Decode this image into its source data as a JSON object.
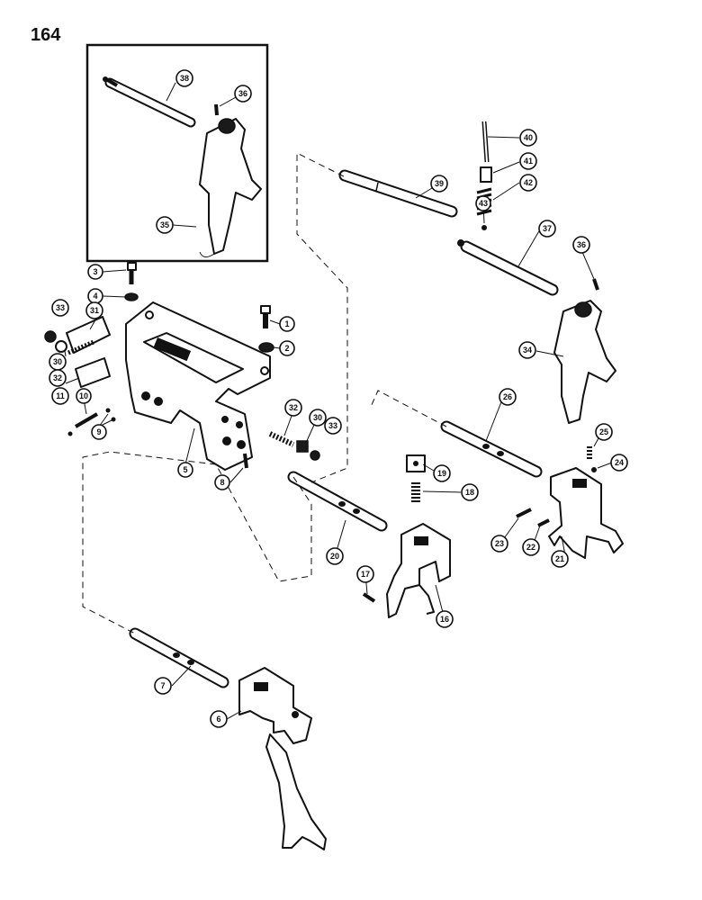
{
  "page": {
    "number": "164"
  },
  "callouts": [
    {
      "label": "38"
    },
    {
      "label": "36"
    },
    {
      "label": "35"
    },
    {
      "label": "40"
    },
    {
      "label": "41"
    },
    {
      "label": "42"
    },
    {
      "label": "43"
    },
    {
      "label": "39"
    },
    {
      "label": "37"
    },
    {
      "label": "36"
    },
    {
      "label": "34"
    },
    {
      "label": "3"
    },
    {
      "label": "4"
    },
    {
      "label": "1"
    },
    {
      "label": "2"
    },
    {
      "label": "33"
    },
    {
      "label": "31"
    },
    {
      "label": "30"
    },
    {
      "label": "32"
    },
    {
      "label": "11"
    },
    {
      "label": "10"
    },
    {
      "label": "9"
    },
    {
      "label": "5"
    },
    {
      "label": "8"
    },
    {
      "label": "32"
    },
    {
      "label": "30"
    },
    {
      "label": "33"
    },
    {
      "label": "26"
    },
    {
      "label": "25"
    },
    {
      "label": "24"
    },
    {
      "label": "19"
    },
    {
      "label": "18"
    },
    {
      "label": "20"
    },
    {
      "label": "23"
    },
    {
      "label": "22"
    },
    {
      "label": "21"
    },
    {
      "label": "17"
    },
    {
      "label": "16"
    },
    {
      "label": "7"
    },
    {
      "label": "6"
    }
  ]
}
